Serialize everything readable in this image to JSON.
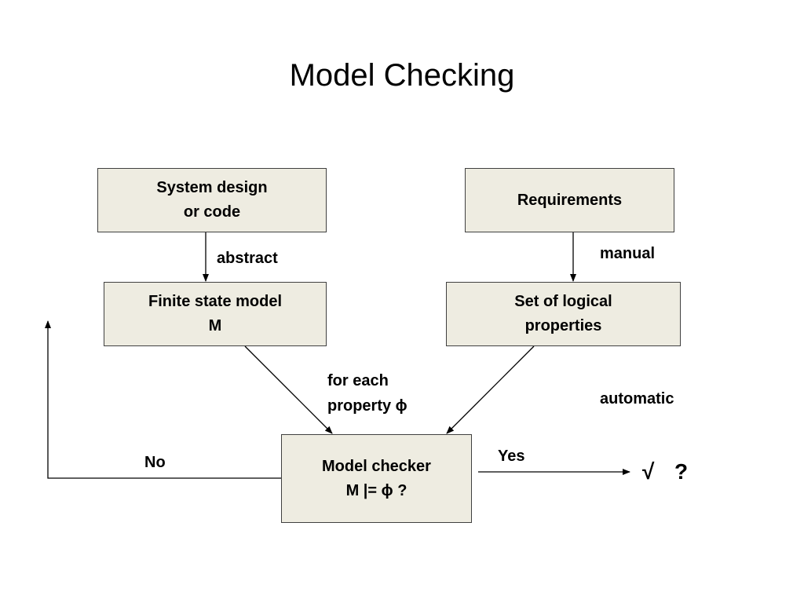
{
  "slide": {
    "title": "Model Checking"
  },
  "boxes": {
    "system_design": {
      "line1": "System design",
      "line2": "or code"
    },
    "requirements": {
      "line1": "Requirements"
    },
    "finite_state_model": {
      "line1": "Finite state model",
      "line2": "M"
    },
    "logical_properties": {
      "line1": "Set of logical",
      "line2": "properties"
    },
    "model_checker": {
      "line1": "Model checker",
      "line2": "M |= ϕ ?"
    }
  },
  "labels": {
    "abstract": "abstract",
    "manual": "manual",
    "for_each_line1": "for each",
    "for_each_line2": "property ϕ",
    "automatic": "automatic",
    "no": "No",
    "yes": "Yes"
  },
  "results": {
    "check": "√",
    "question": "?"
  }
}
